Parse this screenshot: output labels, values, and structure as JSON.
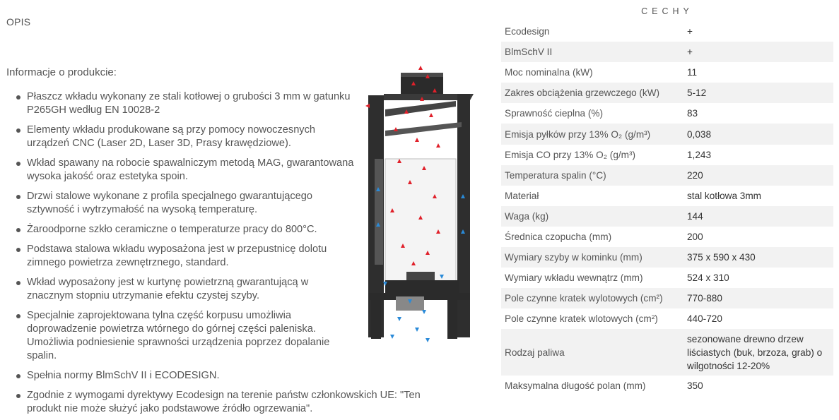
{
  "left": {
    "section_label": "OPIS",
    "info_title": "Informacje o produkcie:",
    "features": [
      "Płaszcz wkładu wykonany ze stali kotłowej o grubości 3 mm w gatunku P265GH według EN 10028-2",
      "Elementy wkładu produkowane są przy pomocy nowoczesnych urządzeń CNC (Laser 2D, Laser 3D, Prasy krawędziowe).",
      "Wkład spawany na robocie spawalniczym metodą MAG, gwarantowana wysoka jakość oraz estetyka spoin.",
      "Drzwi stalowe wykonane z profila specjalnego gwarantującego sztywność i wytrzymałość na wysoką temperaturę.",
      "Żaroodporne szkło ceramiczne o temperaturze pracy do 800°C.",
      "Podstawa stalowa wkładu wyposażona jest w przepustnicę dolotu zimnego powietrza zewnętrznego, standard.",
      "Wkład wyposażony jest w kurtynę powietrzną gwarantującą w znacznym stopniu utrzymanie efektu czystej szyby.",
      "Specjalnie zaprojektowana tylna część korpusu umożliwia doprowadzenie powietrza wtórnego do górnej części paleniska. Umożliwia podniesienie sprawności urządzenia poprzez dopalanie spalin.",
      "Spełnia normy BlmSchV II i ECODESIGN.",
      "Zgodnie z wymogami dyrektywy Ecodesign na terenie państw członkowskich UE: \"Ten produkt nie może służyć jako podstawowe źródło ogrzewania\"."
    ]
  },
  "right": {
    "heading": "CECHY",
    "specs": [
      {
        "label": "Ecodesign",
        "value": "+"
      },
      {
        "label": "BlmSchV II",
        "value": "+"
      },
      {
        "label": "Moc nominalna (kW)",
        "value": "11"
      },
      {
        "label": "Zakres obciążenia grzewczego (kW)",
        "value": "5-12"
      },
      {
        "label": "Sprawność cieplna (%)",
        "value": "83"
      },
      {
        "label": "Emisja pyłków przy 13% O₂ (g/m³)",
        "value": "0,038"
      },
      {
        "label": "Emisja CO przy 13% O₂ (g/m³)",
        "value": "1,243"
      },
      {
        "label": "Temperatura spalin (°C)",
        "value": "220"
      },
      {
        "label": "Materiał",
        "value": "stal kotłowa 3mm"
      },
      {
        "label": "Waga (kg)",
        "value": "144"
      },
      {
        "label": "Średnica czopucha (mm)",
        "value": "200"
      },
      {
        "label": "Wymiary szyby w kominku (mm)",
        "value": "375 x 590 x 430"
      },
      {
        "label": "Wymiary wkładu wewnątrz (mm)",
        "value": "524 x 310"
      },
      {
        "label": "Pole czynne kratek wylotowych (cm²)",
        "value": "770-880"
      },
      {
        "label": "Pole czynne kratek wlotowych (cm²)",
        "value": "440-720"
      },
      {
        "label": "Rodzaj paliwa",
        "value": "sezonowane drewno drzew liściastych (buk, brzoza, grab) o wilgotności 12-20%"
      },
      {
        "label": "Maksymalna długość polan (mm)",
        "value": "350"
      }
    ]
  },
  "colors": {
    "text": "#555555",
    "row_stripe": "#f2f2f2",
    "hot_arrow": "#e0202a",
    "cold_arrow": "#2a8ad8",
    "steel": "#2b2b2b"
  }
}
